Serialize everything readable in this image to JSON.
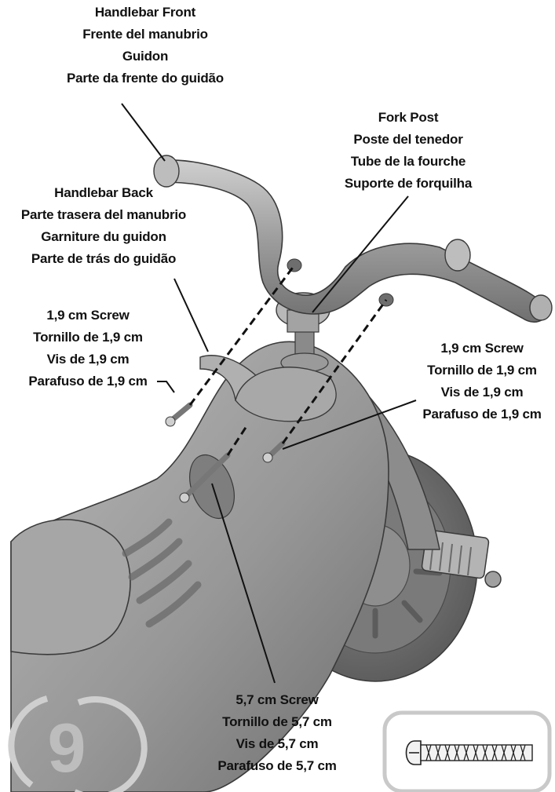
{
  "step": {
    "number": "9"
  },
  "colors": {
    "part_fill": "#9a9a9a",
    "part_light": "#c4c4c4",
    "part_dark": "#5e5e5e",
    "outline": "#3a3a3a",
    "leader_line": "#111111",
    "step_circle": "#cfcfcf",
    "inset_border": "#c9c9c9"
  },
  "labels": {
    "handlebar_front": [
      "Handlebar Front",
      "Frente del manubrio",
      "Guidon",
      "Parte da frente do guidão"
    ],
    "fork_post": [
      "Fork Post",
      "Poste del tenedor",
      "Tube de la fourche",
      "Suporte de forquilha"
    ],
    "handlebar_back": [
      "Handlebar Back",
      "Parte trasera del manubrio",
      "Garniture du guidon",
      "Parte de trás do guidão"
    ],
    "screw_left": [
      "1,9 cm Screw",
      "Tornillo de 1,9 cm",
      "Vis de 1,9 cm",
      "Parafuso de 1,9 cm"
    ],
    "screw_right": [
      "1,9 cm Screw",
      "Tornillo de 1,9 cm",
      "Vis de 1,9 cm",
      "Parafuso de 1,9 cm"
    ],
    "screw_long": [
      "5,7 cm Screw",
      "Tornillo de 5,7 cm",
      "Vis de 5,7 cm",
      "Parafuso de 5,7 cm"
    ]
  },
  "icons": {
    "screw_inset": "screw-icon"
  }
}
